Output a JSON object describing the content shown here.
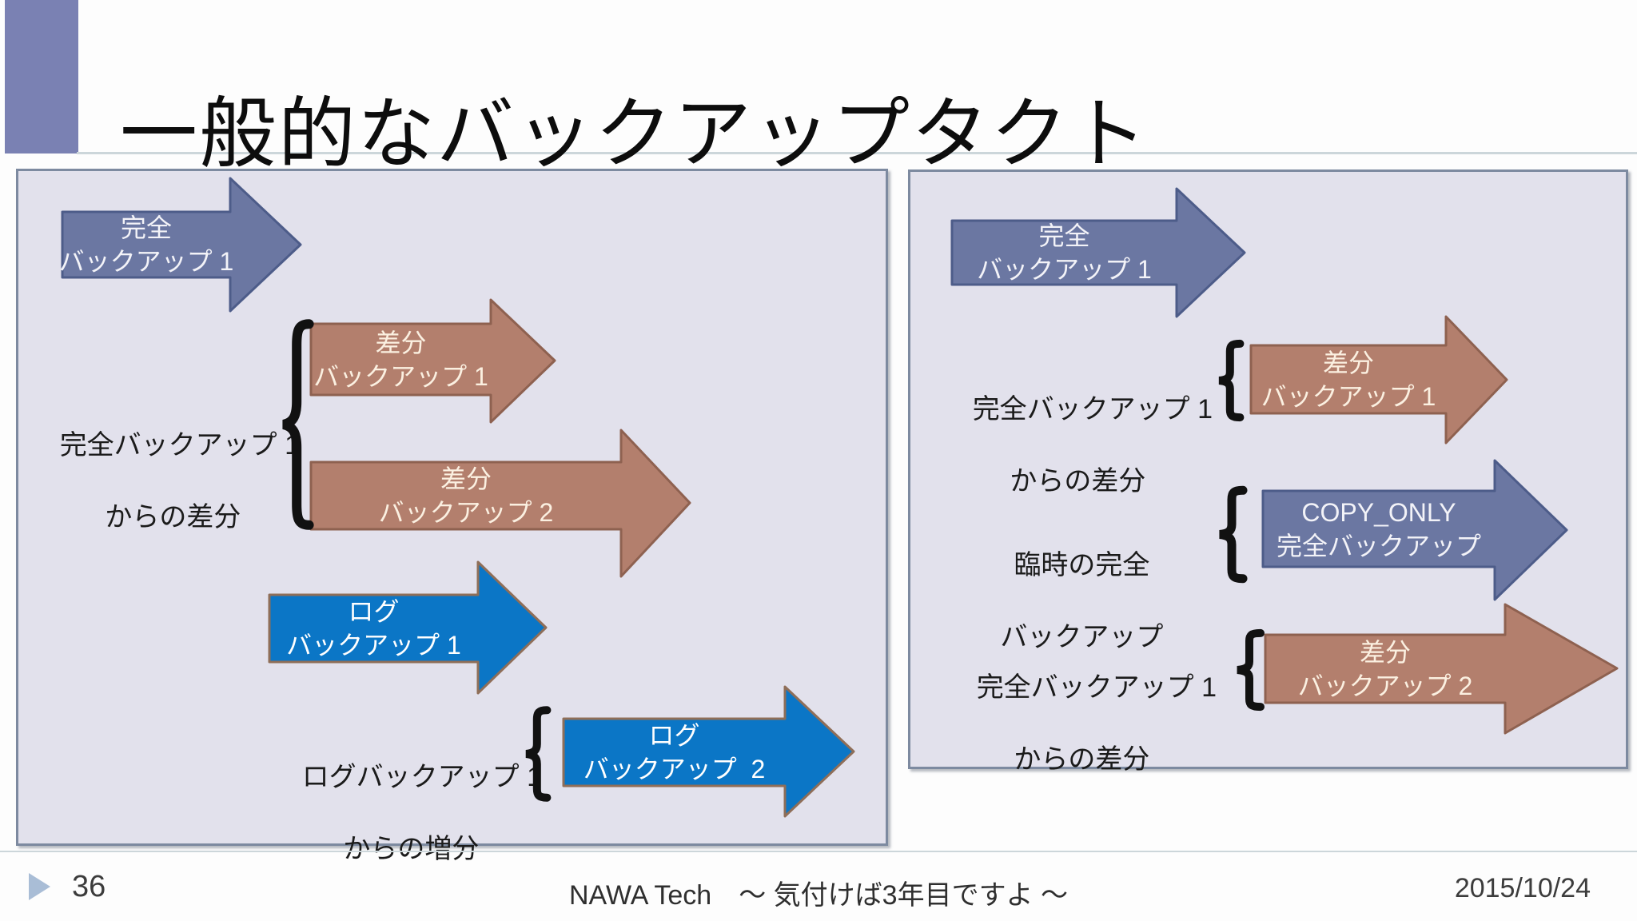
{
  "title": "一般的なバックアップタクト",
  "left_panel": {
    "arrows": [
      {
        "name": "full-backup-1",
        "type": "navy",
        "line1": "完全",
        "line2": "バックアップ 1"
      },
      {
        "name": "diff-backup-1",
        "type": "brown",
        "line1": "差分",
        "line2": "バックアップ 1"
      },
      {
        "name": "diff-backup-2",
        "type": "brown",
        "line1": "差分",
        "line2": "バックアップ 2"
      },
      {
        "name": "log-backup-1",
        "type": "blue",
        "line1": "ログ",
        "line2": "バックアップ 1"
      },
      {
        "name": "log-backup-2",
        "type": "blue",
        "line1": "ログ",
        "line2": "バックアップ  2"
      }
    ],
    "labels": [
      {
        "name": "diff-from-full-1",
        "line1": "完全バックアップ 1",
        "line2": "からの差分"
      },
      {
        "name": "incr-from-log-1",
        "line1": "ログバックアップ 1",
        "line2": "からの増分"
      }
    ]
  },
  "right_panel": {
    "arrows": [
      {
        "name": "full-backup-1",
        "type": "navy",
        "line1": "完全",
        "line2": "バックアップ 1"
      },
      {
        "name": "diff-backup-1",
        "type": "brown",
        "line1": "差分",
        "line2": "バックアップ 1"
      },
      {
        "name": "copy-only-full",
        "type": "navy",
        "line1": "COPY_ONLY",
        "line2": "完全バックアップ"
      },
      {
        "name": "diff-backup-2",
        "type": "brown",
        "line1": "差分",
        "line2": "バックアップ 2"
      }
    ],
    "labels": [
      {
        "name": "diff-from-full-1a",
        "line1": "完全バックアップ 1",
        "line2": "からの差分"
      },
      {
        "name": "adhoc-full",
        "line1": "臨時の完全",
        "line2": "バックアップ"
      },
      {
        "name": "diff-from-full-1b",
        "line1": "完全バックアップ 1",
        "line2": "からの差分"
      }
    ]
  },
  "footer": {
    "page_number": "36",
    "center_text": "NAWA Tech　～ 気付けば3年目ですよ ～",
    "date": "2015/10/24"
  },
  "colors": {
    "accent_purple": "#7a81b3",
    "panel_background": "#e2e1ec",
    "panel_border": "#7d8aa0",
    "navy_arrow": "#6b77a2",
    "brown_arrow": "#b37f6d",
    "blue_arrow": "#0b76c6",
    "rule_line": "#ccd6da",
    "footer_triangle": "#a9bdd6"
  }
}
